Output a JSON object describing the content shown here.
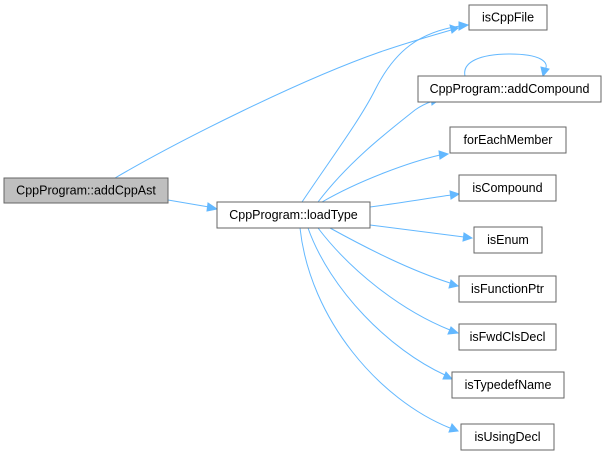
{
  "graph": {
    "edge_color": "#63b8ff",
    "root_fill": "#bfbfbf",
    "node_fill": "#ffffff",
    "node_border": "#666666",
    "nodes": {
      "addCppAst": {
        "label": "CppProgram::addCppAst"
      },
      "loadType": {
        "label": "CppProgram::loadType"
      },
      "isCppFile": {
        "label": "isCppFile"
      },
      "addCompound": {
        "label": "CppProgram::addCompound"
      },
      "forEachMember": {
        "label": "forEachMember"
      },
      "isCompound": {
        "label": "isCompound"
      },
      "isEnum": {
        "label": "isEnum"
      },
      "isFunctionPtr": {
        "label": "isFunctionPtr"
      },
      "isFwdClsDecl": {
        "label": "isFwdClsDecl"
      },
      "isTypedefName": {
        "label": "isTypedefName"
      },
      "isUsingDecl": {
        "label": "isUsingDecl"
      }
    },
    "edges": [
      {
        "from": "addCppAst",
        "to": "isCppFile"
      },
      {
        "from": "addCppAst",
        "to": "loadType"
      },
      {
        "from": "loadType",
        "to": "isCppFile"
      },
      {
        "from": "loadType",
        "to": "addCompound"
      },
      {
        "from": "addCompound",
        "to": "addCompound"
      },
      {
        "from": "loadType",
        "to": "forEachMember"
      },
      {
        "from": "loadType",
        "to": "isCompound"
      },
      {
        "from": "loadType",
        "to": "isEnum"
      },
      {
        "from": "loadType",
        "to": "isFunctionPtr"
      },
      {
        "from": "loadType",
        "to": "isFwdClsDecl"
      },
      {
        "from": "loadType",
        "to": "isTypedefName"
      },
      {
        "from": "loadType",
        "to": "isUsingDecl"
      }
    ]
  }
}
